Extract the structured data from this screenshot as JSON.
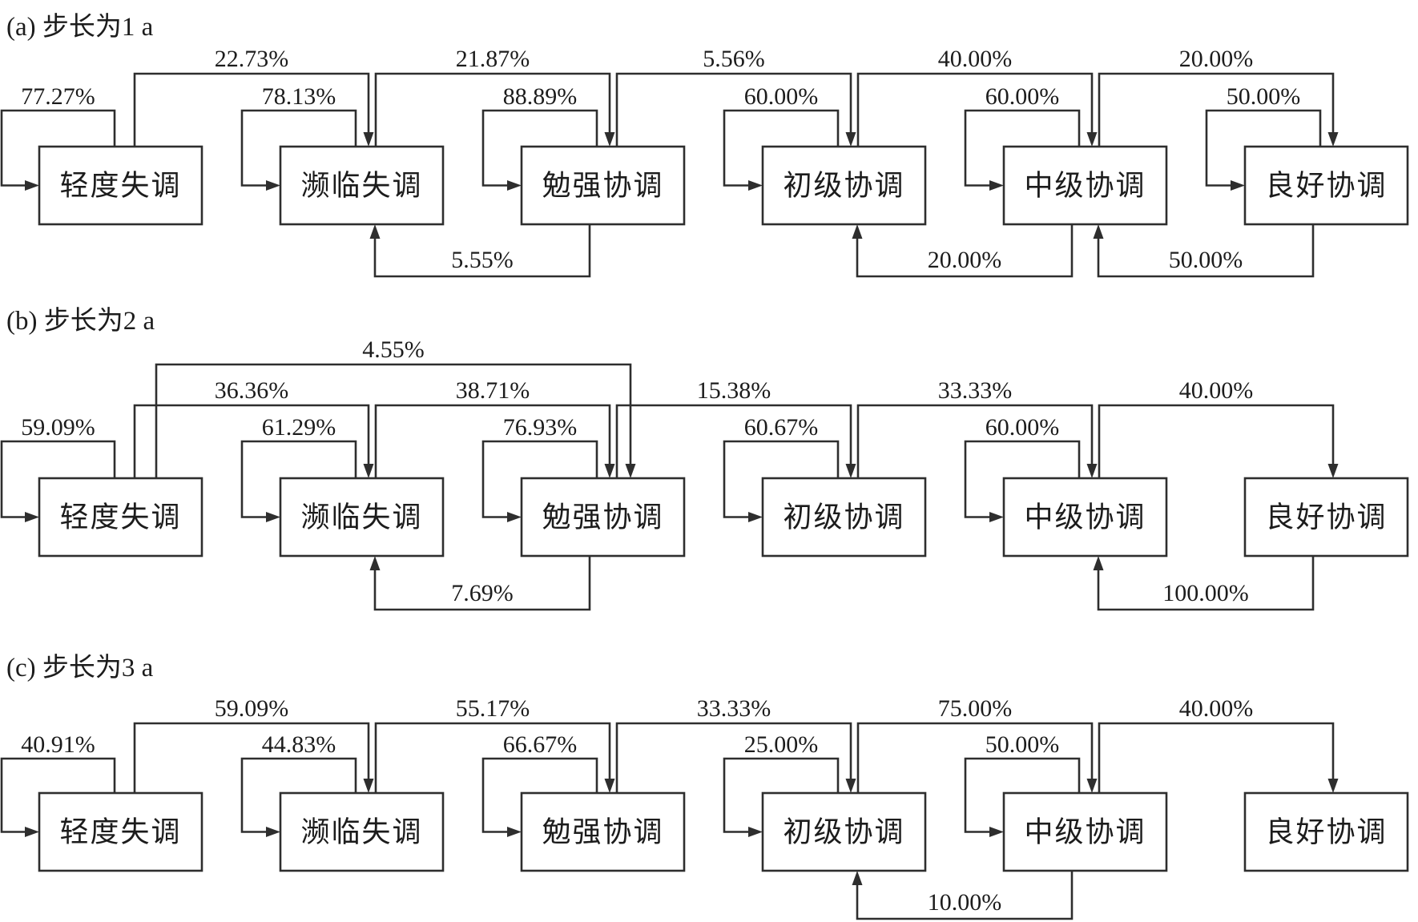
{
  "figure": {
    "description": "Three-step state transition diagrams of coordination levels with transition probabilities",
    "states": [
      "轻度失调",
      "濒临失调",
      "勉强协调",
      "初级协调",
      "中级协调",
      "良好协调"
    ],
    "colors": {
      "line": "#2e2e2e",
      "box_fill": "#ffffff",
      "text": "#1c1c1c"
    },
    "panels": [
      {
        "id": "a",
        "title": "(a) 步长为1 a",
        "transitions": [
          {
            "type": "self",
            "from": 0,
            "label": "77.27%"
          },
          {
            "type": "self",
            "from": 1,
            "label": "78.13%"
          },
          {
            "type": "self",
            "from": 2,
            "label": "88.89%"
          },
          {
            "type": "self",
            "from": 3,
            "label": "60.00%"
          },
          {
            "type": "self",
            "from": 4,
            "label": "60.00%"
          },
          {
            "type": "self",
            "from": 5,
            "label": "50.00%"
          },
          {
            "type": "forward",
            "from": 0,
            "to": 1,
            "label": "22.73%"
          },
          {
            "type": "forward",
            "from": 1,
            "to": 2,
            "label": "21.87%"
          },
          {
            "type": "forward",
            "from": 2,
            "to": 3,
            "label": "5.56%"
          },
          {
            "type": "forward",
            "from": 3,
            "to": 4,
            "label": "40.00%"
          },
          {
            "type": "forward",
            "from": 4,
            "to": 5,
            "label": "20.00%"
          },
          {
            "type": "back",
            "from": 2,
            "to": 1,
            "label": "5.55%"
          },
          {
            "type": "back",
            "from": 4,
            "to": 3,
            "label": "20.00%"
          },
          {
            "type": "back",
            "from": 5,
            "to": 4,
            "label": "50.00%"
          }
        ]
      },
      {
        "id": "b",
        "title": "(b) 步长为2 a",
        "transitions": [
          {
            "type": "self",
            "from": 0,
            "label": "59.09%"
          },
          {
            "type": "self",
            "from": 1,
            "label": "61.29%"
          },
          {
            "type": "self",
            "from": 2,
            "label": "76.93%"
          },
          {
            "type": "self",
            "from": 3,
            "label": "60.67%"
          },
          {
            "type": "self",
            "from": 4,
            "label": "60.00%"
          },
          {
            "type": "skip",
            "from": 0,
            "to": 2,
            "label": "4.55%"
          },
          {
            "type": "forward",
            "from": 0,
            "to": 1,
            "label": "36.36%"
          },
          {
            "type": "forward",
            "from": 1,
            "to": 2,
            "label": "38.71%"
          },
          {
            "type": "forward",
            "from": 2,
            "to": 3,
            "label": "15.38%"
          },
          {
            "type": "forward",
            "from": 3,
            "to": 4,
            "label": "33.33%"
          },
          {
            "type": "forward",
            "from": 4,
            "to": 5,
            "label": "40.00%"
          },
          {
            "type": "back",
            "from": 2,
            "to": 1,
            "label": "7.69%"
          },
          {
            "type": "back",
            "from": 5,
            "to": 4,
            "label": "100.00%"
          }
        ]
      },
      {
        "id": "c",
        "title": "(c) 步长为3 a",
        "transitions": [
          {
            "type": "self",
            "from": 0,
            "label": "40.91%"
          },
          {
            "type": "self",
            "from": 1,
            "label": "44.83%"
          },
          {
            "type": "self",
            "from": 2,
            "label": "66.67%"
          },
          {
            "type": "self",
            "from": 3,
            "label": "25.00%"
          },
          {
            "type": "self",
            "from": 4,
            "label": "50.00%"
          },
          {
            "type": "forward",
            "from": 0,
            "to": 1,
            "label": "59.09%"
          },
          {
            "type": "forward",
            "from": 1,
            "to": 2,
            "label": "55.17%"
          },
          {
            "type": "forward",
            "from": 2,
            "to": 3,
            "label": "33.33%"
          },
          {
            "type": "forward",
            "from": 3,
            "to": 4,
            "label": "75.00%"
          },
          {
            "type": "forward",
            "from": 4,
            "to": 5,
            "label": "40.00%"
          },
          {
            "type": "back",
            "from": 4,
            "to": 3,
            "label": "10.00%"
          }
        ]
      }
    ]
  }
}
